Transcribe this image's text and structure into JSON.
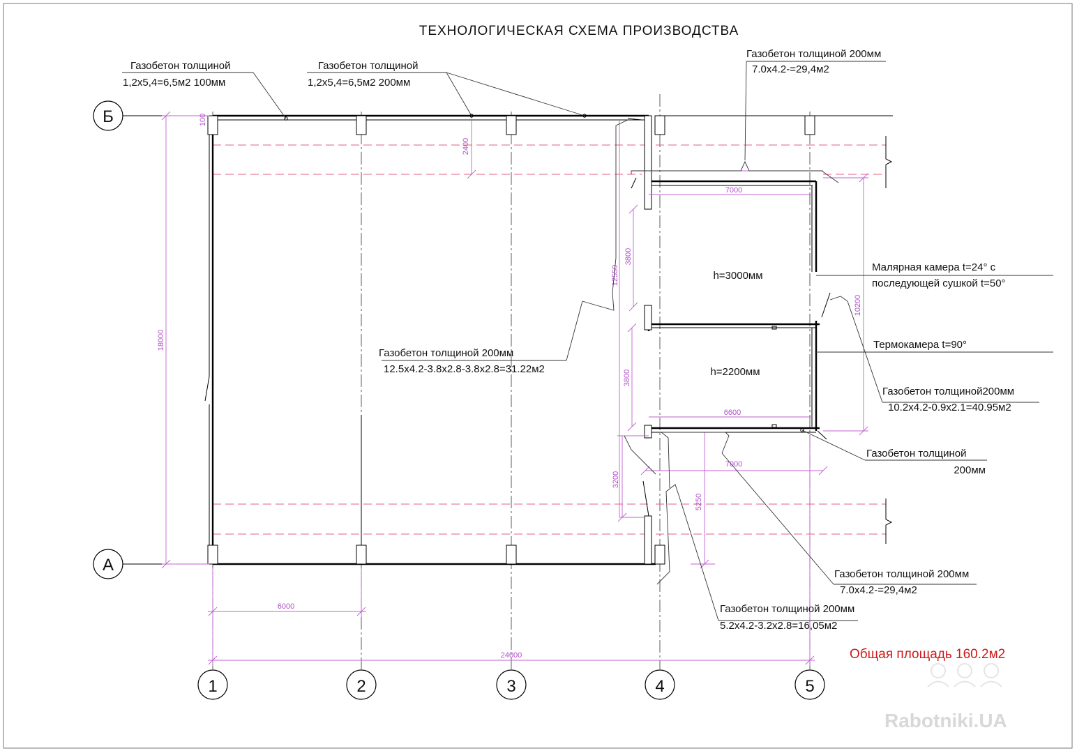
{
  "title": "ТЕХНОЛОГИЧЕСКАЯ СХЕМА ПРОИЗВОДСТВА",
  "axes": {
    "rows": [
      "Б",
      "А"
    ],
    "columns": [
      "1",
      "2",
      "3",
      "4",
      "5"
    ]
  },
  "rooms": [
    {
      "height_label": "h=3000мм"
    },
    {
      "height_label": "h=2200мм"
    }
  ],
  "annotations": {
    "wall_top_left": {
      "line1": "Газобетон толщиной",
      "line2": "1,2х5,4=6,5м2  100мм"
    },
    "wall_top_mid": {
      "line1": "Газобетон толщиной",
      "line2": "1,2х5,4=6,5м2  200мм"
    },
    "wall_top_right": {
      "line1": "Газобетон толщиной 200мм",
      "line2": "7.0х4.2-=29,4м2"
    },
    "wall_center": {
      "line1": "Газобетон толщиной 200мм",
      "line2": "12.5х4.2-3.8х2.8-3.8х2.8=31.22м2"
    },
    "paint_chamber": {
      "line1": "Малярная камера t=24° с",
      "line2": "последующей сушкой  t=50°"
    },
    "thermo_chamber": {
      "line1": "Термокамера t=90°"
    },
    "wall_right": {
      "line1": "Газобетон толщиной200мм",
      "line2": "10.2х4.2-0.9х2.1=40.95м2"
    },
    "wall_right_low": {
      "line1": "Газобетон толщиной",
      "line2": "200мм"
    },
    "wall_bottom_right": {
      "line1": "Газобетон толщиной 200мм",
      "line2": "7.0х4.2-=29,4м2"
    },
    "wall_bottom": {
      "line1": "Газобетон толщиной 200мм",
      "line2": "5.2х4.2-3.2х2.8=16,05м2"
    }
  },
  "dimensions": {
    "d100": "100",
    "d2400": "2400",
    "d18000": "18000",
    "d12550": "12550",
    "d3800a": "3800",
    "d3800b": "3800",
    "d3200": "3200",
    "d5250": "5250",
    "d10200": "10200",
    "d7000_top": "7000",
    "d6600": "6600",
    "d7000_bottom": "7000",
    "d6000": "6000",
    "d24000": "24000"
  },
  "total_area": "Общая площадь 160.2м2",
  "watermark": "Rabotniki.UA",
  "colors": {
    "dimension": "#b04fc8",
    "total": "#d01818",
    "crane_line": "#e06080",
    "watermark": "#d8d8d8"
  }
}
